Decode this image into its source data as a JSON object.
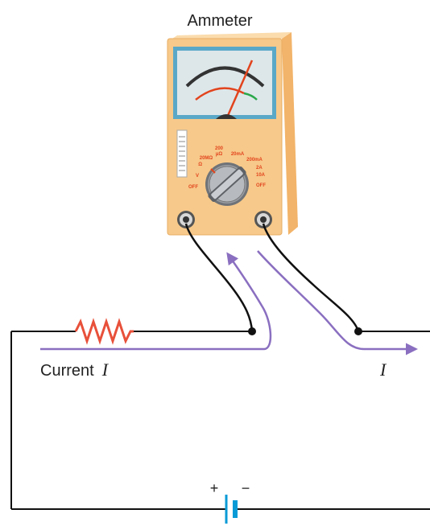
{
  "title": "Ammeter",
  "current_label": "Current",
  "current_symbol": "I",
  "right_current_symbol": "I",
  "battery_plus": "+",
  "battery_minus": "−",
  "dial_labels": [
    "OFF",
    "V",
    "Ω",
    "20MΩ",
    "200",
    "µΩ",
    "20mA",
    "200mA",
    "2A",
    "10A",
    "OFF"
  ],
  "colors": {
    "wire": "#111111",
    "current_arrow": "#8a6fc0",
    "resistor": "#e8503a",
    "battery": "#0a9bd7",
    "meter_body": "#f7c98a",
    "meter_face": "#dde7ea",
    "needle": "#e2441d"
  }
}
